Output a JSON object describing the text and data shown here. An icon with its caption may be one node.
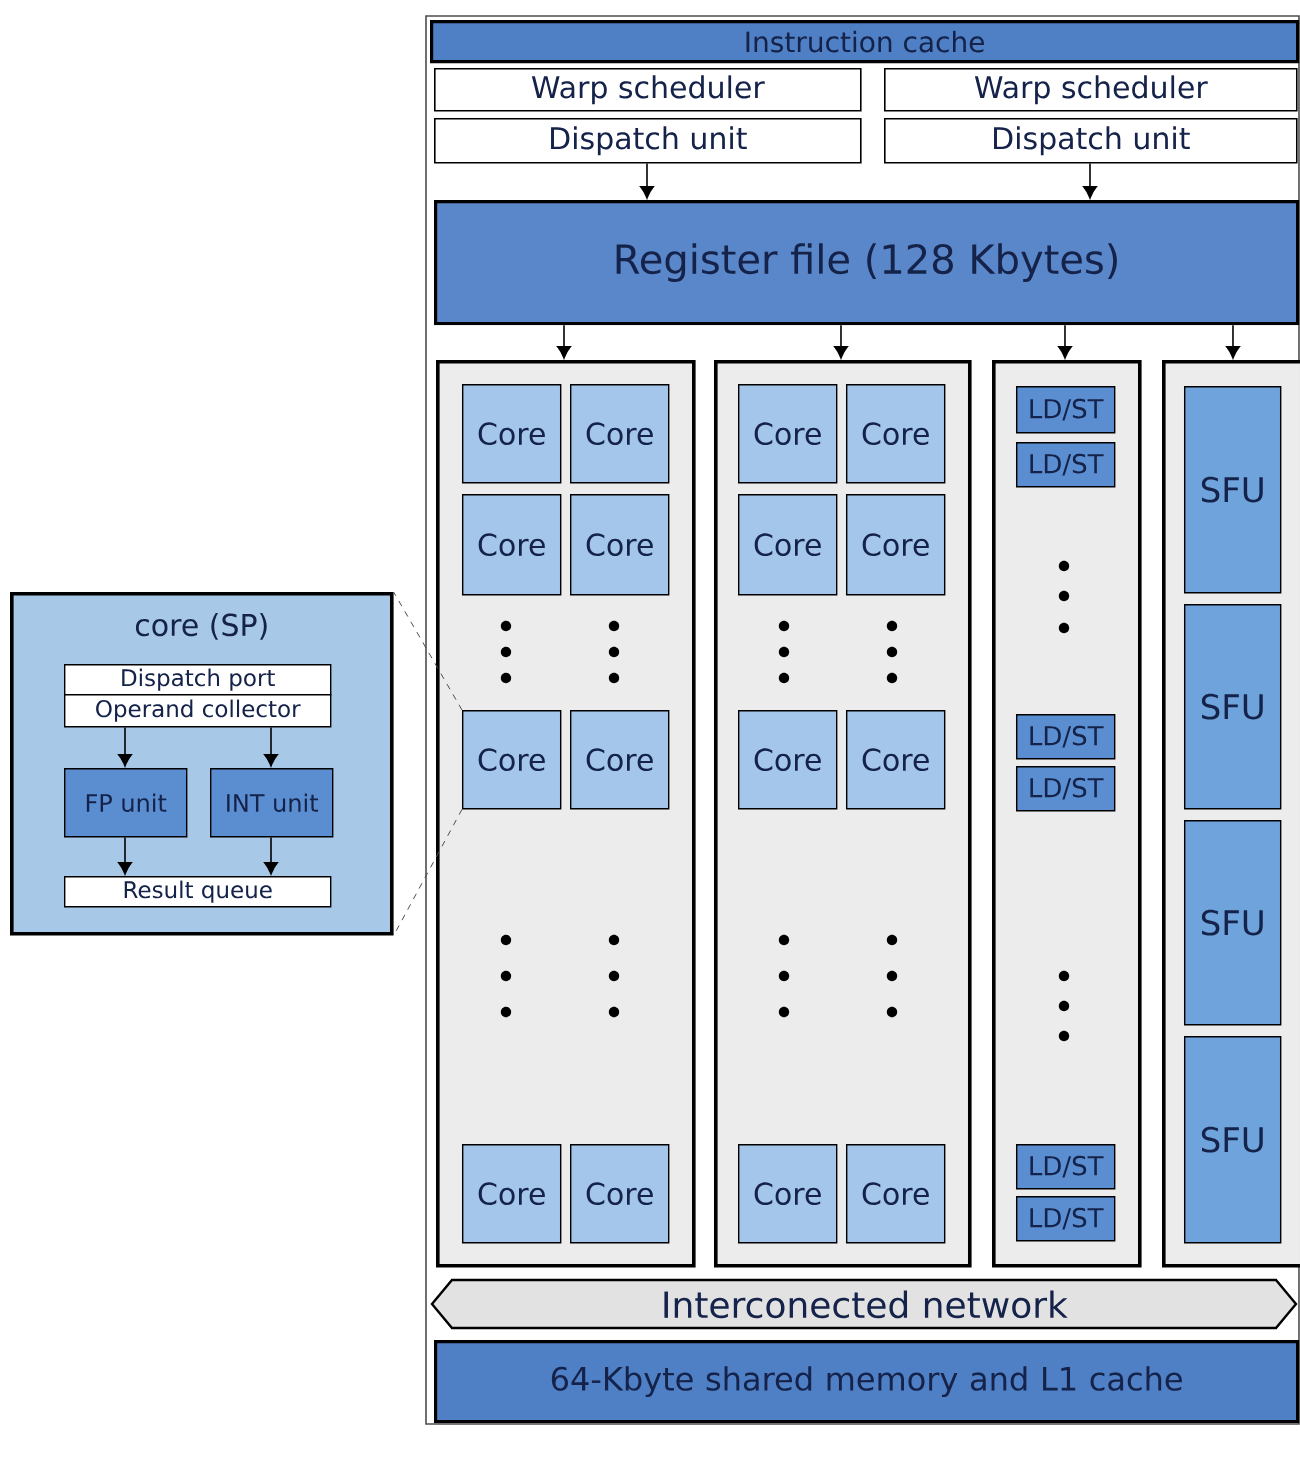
{
  "diagram": {
    "nodes": [
      {
        "text": [
          "Instruction cache"
        ]
      },
      {
        "text": [
          "Warp scheduler"
        ]
      },
      {
        "text": [
          "Warp scheduler"
        ]
      },
      {
        "text": [
          "Dispatch unit"
        ]
      },
      {
        "text": [
          "Dispatch unit"
        ]
      },
      {
        "text": [
          "Register file (128 Kbytes)"
        ]
      },
      {
        "text": [],
        "shape": "box"
      },
      {
        "text": [
          "Core"
        ],
        "in": 6
      },
      {
        "text": [
          "Core"
        ],
        "in": 6
      },
      {
        "text": [
          "Core"
        ],
        "in": 6
      },
      {
        "text": [
          "Core"
        ],
        "in": 6
      },
      {
        "text": [
          "Core"
        ],
        "in": 6
      },
      {
        "text": [
          "Core"
        ],
        "in": 6
      },
      {
        "text": [
          "Core"
        ],
        "in": 6
      },
      {
        "text": [
          "Core"
        ],
        "in": 6
      },
      {
        "text": [],
        "shape": "box"
      },
      {
        "text": [
          "Core"
        ],
        "in": 15
      },
      {
        "text": [
          "Core"
        ],
        "in": 15
      },
      {
        "text": [
          "Core"
        ],
        "in": 15
      },
      {
        "text": [
          "Core"
        ],
        "in": 15
      },
      {
        "text": [
          "Core"
        ],
        "in": 15
      },
      {
        "text": [
          "Core"
        ],
        "in": 15
      },
      {
        "text": [
          "Core"
        ],
        "in": 15
      },
      {
        "text": [
          "Core"
        ],
        "in": 15
      },
      {
        "text": [],
        "shape": "box"
      },
      {
        "text": [
          "LD/ST"
        ],
        "in": 24
      },
      {
        "text": [
          "LD/ST"
        ],
        "in": 24
      },
      {
        "text": [
          "LD/ST"
        ],
        "in": 24
      },
      {
        "text": [
          "LD/ST"
        ],
        "in": 24
      },
      {
        "text": [
          "LD/ST"
        ],
        "in": 24
      },
      {
        "text": [
          "LD/ST"
        ],
        "in": 24
      },
      {
        "text": [],
        "shape": "box"
      },
      {
        "text": [
          "SFU"
        ],
        "in": 31
      },
      {
        "text": [
          "SFU"
        ],
        "in": 31
      },
      {
        "text": [
          "SFU"
        ],
        "in": 31
      },
      {
        "text": [
          "SFU"
        ],
        "in": 31
      },
      {
        "text": [
          "Interconected network"
        ]
      },
      {
        "text": [
          "64-Kbyte shared memory and L1 cache"
        ]
      },
      {
        "text": [
          "core (SP)"
        ]
      },
      {
        "text": [
          "Dispatch port"
        ],
        "in": 38
      },
      {
        "text": [
          "Operand collector"
        ],
        "in": 38
      },
      {
        "text": [
          "FP unit"
        ],
        "in": 38
      },
      {
        "text": [
          "INT unit"
        ],
        "in": 38
      },
      {
        "text": [
          "Result queue"
        ],
        "in": 38
      }
    ],
    "edges": [
      {
        "from": 3,
        "to": 5,
        "arrow": "to"
      },
      {
        "from": 4,
        "to": 5,
        "arrow": "to"
      },
      {
        "from": 5,
        "to": 6,
        "arrow": "to"
      },
      {
        "from": 5,
        "to": 15,
        "arrow": "to"
      },
      {
        "from": 5,
        "to": 24,
        "arrow": "to"
      },
      {
        "from": 5,
        "to": 31,
        "arrow": "to"
      },
      {
        "from": 40,
        "to": 41,
        "arrow": "to"
      },
      {
        "from": 40,
        "to": 42,
        "arrow": "to"
      },
      {
        "from": 41,
        "to": 43,
        "arrow": "to"
      },
      {
        "from": 42,
        "to": 43,
        "arrow": "to"
      },
      {
        "from": 11,
        "to": 38,
        "arrow": "none",
        "style": "dashed"
      },
      {
        "from": 11,
        "to": 38,
        "arrow": "none",
        "style": "dashed"
      }
    ]
  }
}
